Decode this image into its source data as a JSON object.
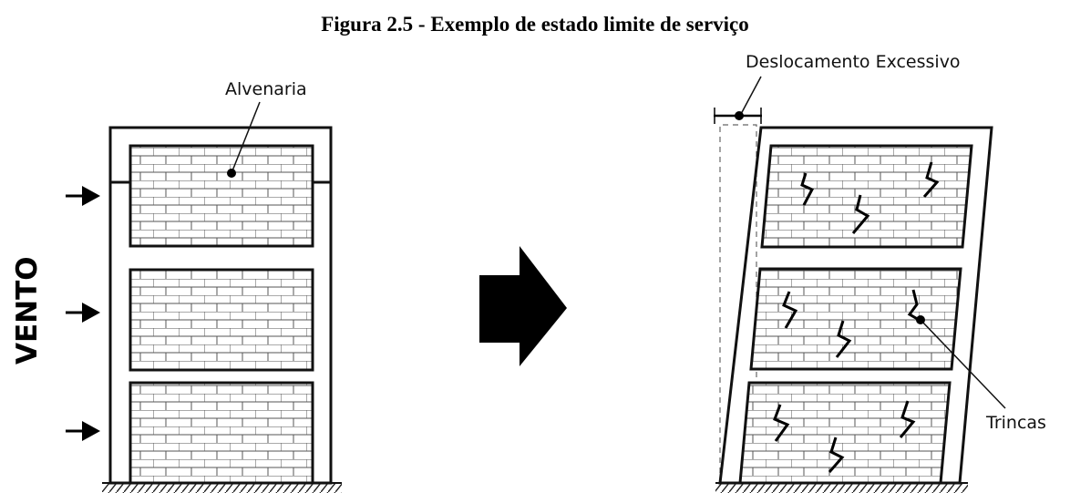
{
  "figure": {
    "title": "Figura 2.5 - Exemplo de estado limite de serviço"
  },
  "labels": {
    "alvenaria": "Alvenaria",
    "vento": "VENTO",
    "deslocamento": "Deslocamento Excessivo",
    "trincas": "Trincas"
  }
}
